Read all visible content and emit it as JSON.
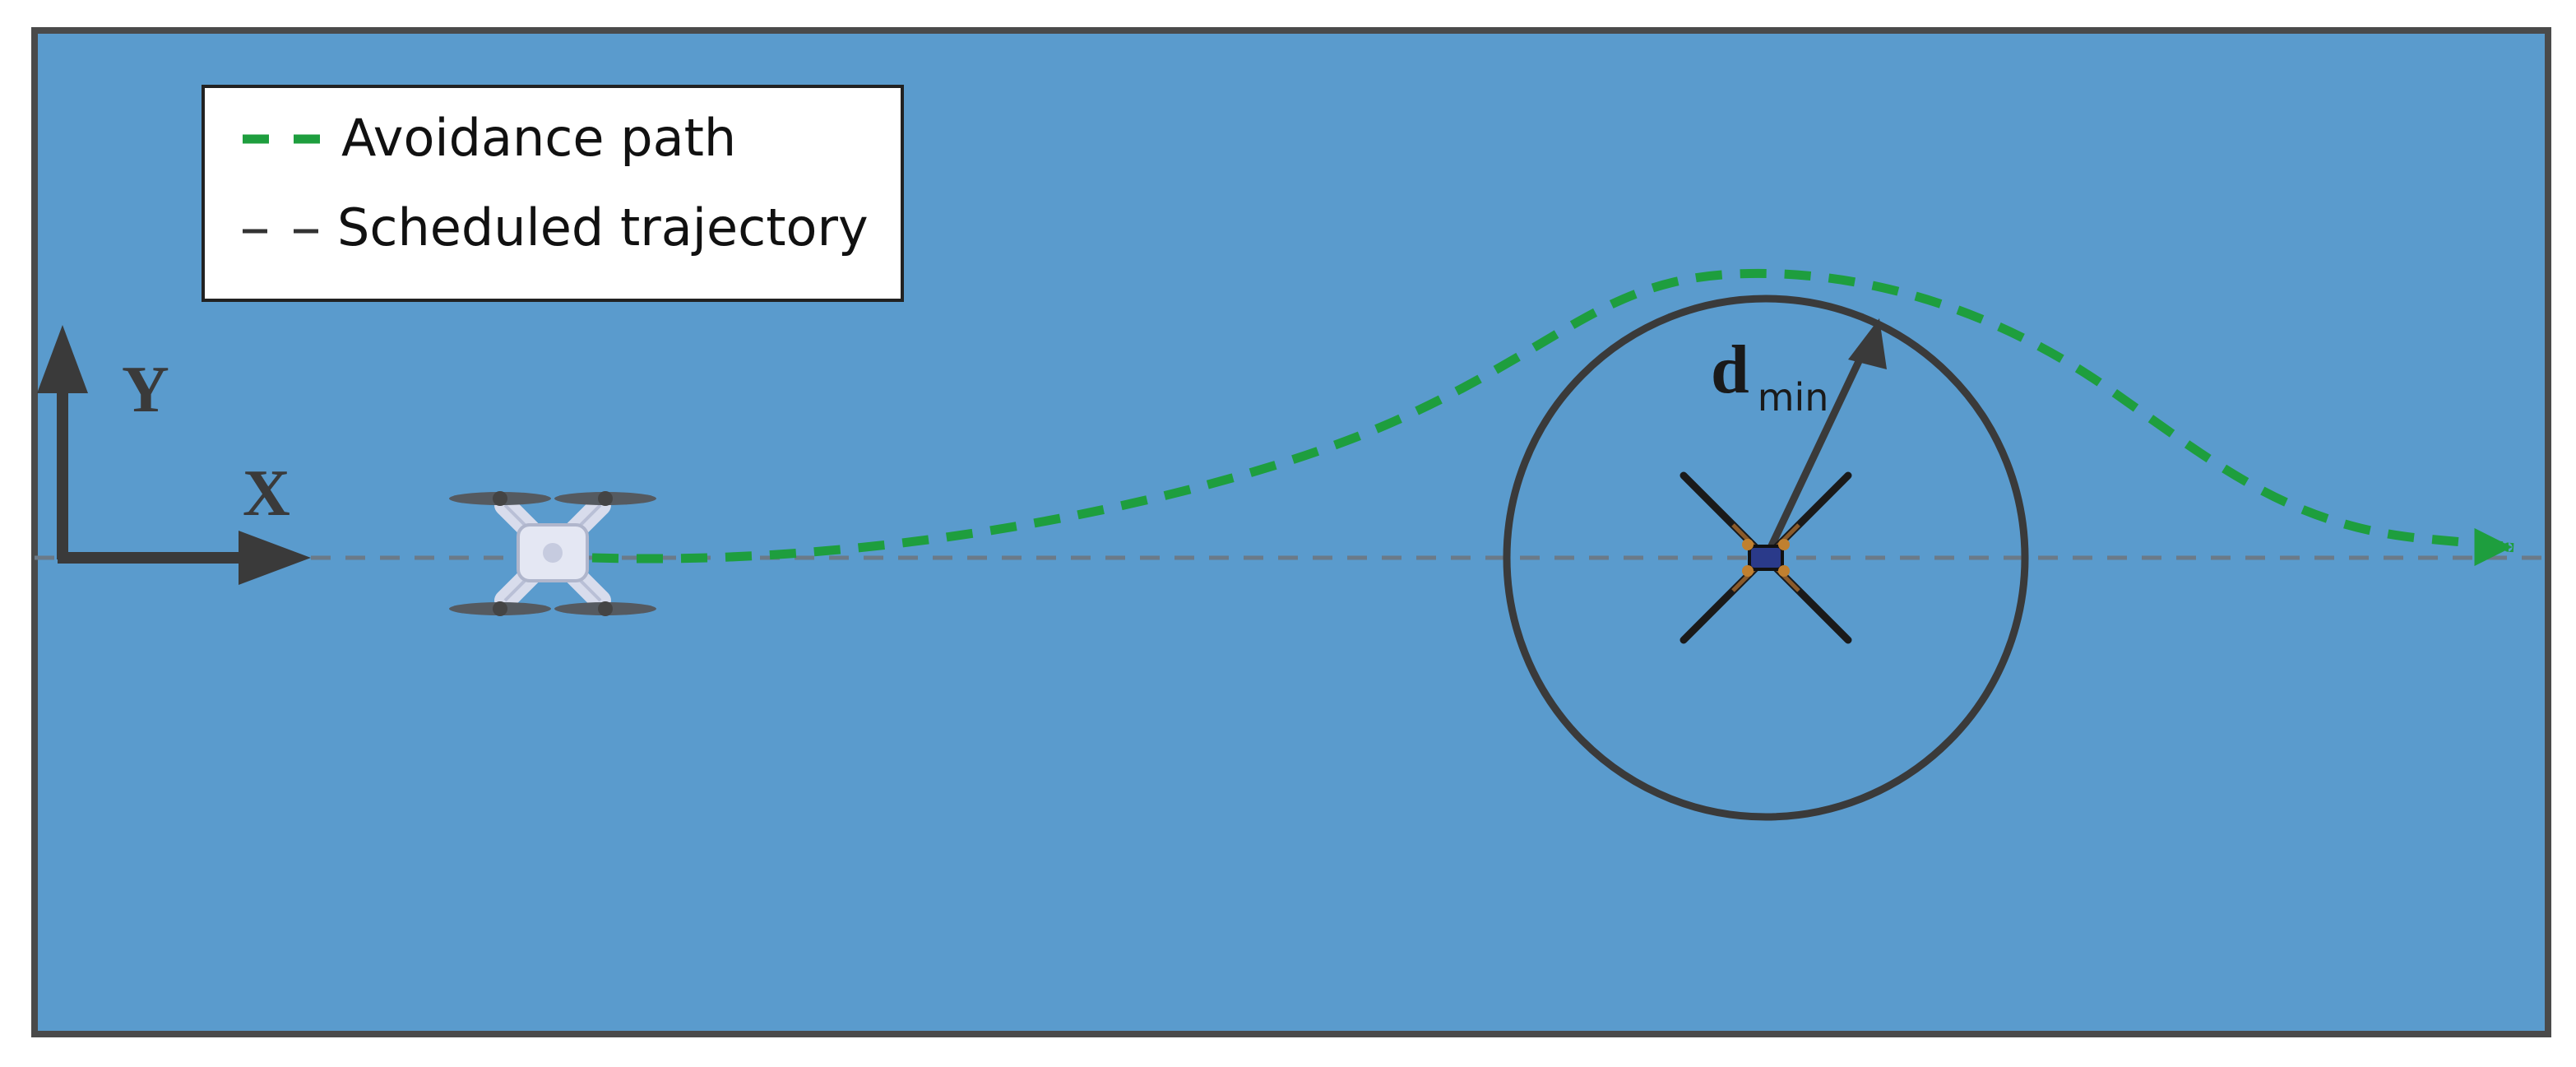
{
  "legend": {
    "avoidance_label": "Avoidance path",
    "scheduled_label": "Scheduled trajectory"
  },
  "axes": {
    "x_label": "X",
    "y_label": "Y"
  },
  "safety_radius": {
    "main": "d",
    "subscript": "min"
  },
  "colors": {
    "background": "#5a9bcd",
    "avoidance_path": "#1e9e3e",
    "scheduled_trajectory": "#6b7a88",
    "outline": "#3a3a3a",
    "legend_bg": "#ffffff"
  },
  "icons": {
    "own_drone": "white-quadcopter-icon",
    "obstacle_drone": "black-quadcopter-icon"
  }
}
